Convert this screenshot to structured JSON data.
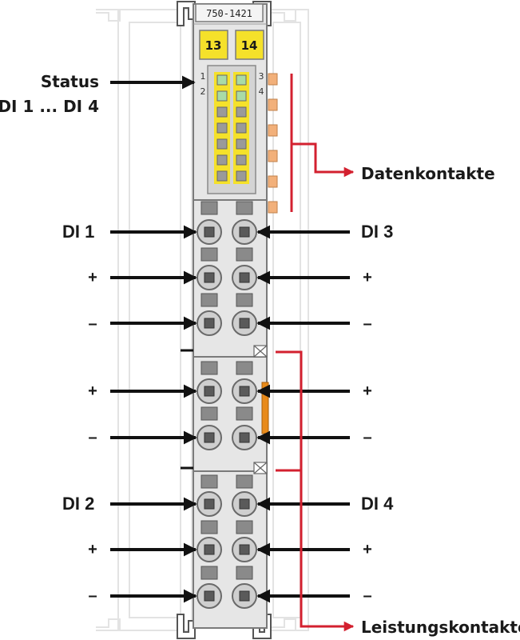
{
  "module": {
    "part_number": "750-1421",
    "channel_numbers": [
      "13",
      "14"
    ],
    "led_numbers": [
      "1",
      "2",
      "3",
      "4"
    ]
  },
  "labels": {
    "status_line1": "Status",
    "status_line2": "DI 1 ... DI 4",
    "datenkontakte": "Datenkontakte",
    "leistungskontakte": "Leistungskontakte",
    "di1": "DI 1",
    "di2": "DI 2",
    "di3": "DI 3",
    "di4": "DI 4",
    "plus": "+",
    "minus": "–"
  },
  "colors": {
    "accent_red": "#d3202f",
    "label_yellow": "#f5e12a",
    "led_green": "#a9dba6",
    "contact_orange": "#f2b07a",
    "power_orange": "#e88a1a",
    "module_body": "#e6e6e6",
    "outline": "#7a7a7a"
  }
}
